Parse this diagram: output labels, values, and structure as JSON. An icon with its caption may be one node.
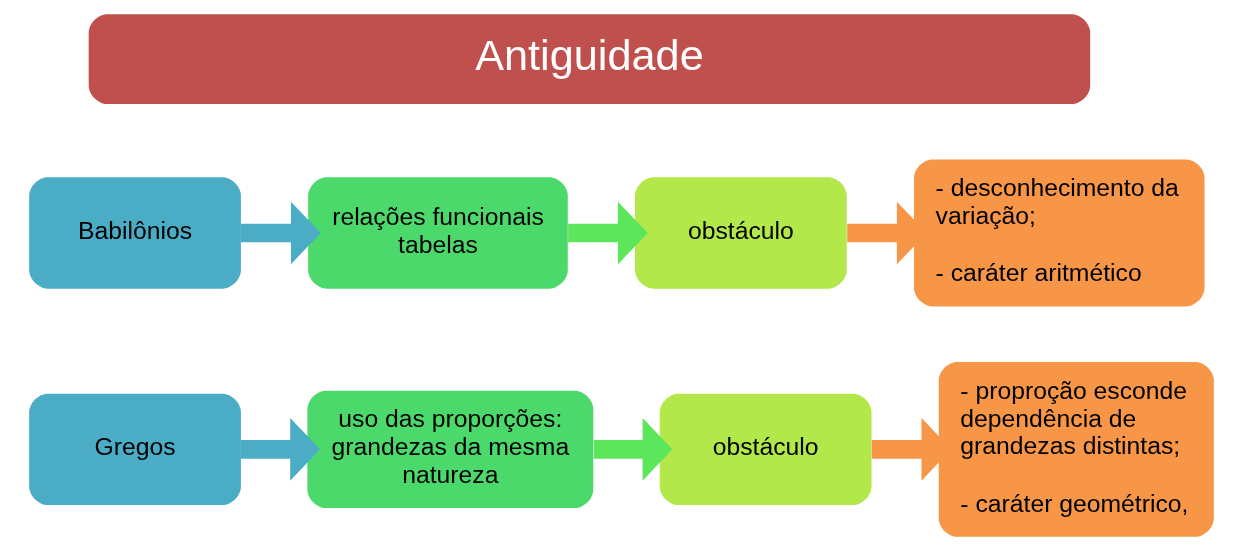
{
  "diagram": {
    "nodes": [
      {
        "text": [
          "Antiguidade"
        ]
      },
      {
        "text": [
          "Babilônios"
        ]
      },
      {
        "text": [
          "relações funcionais tabelas"
        ]
      },
      {
        "text": [
          "obstáculo"
        ]
      },
      {
        "text": [
          "- desconhecimento da variação;",
          "- caráter aritmético"
        ]
      },
      {
        "text": [
          "Gregos"
        ]
      },
      {
        "text": [
          "uso das proporções: grandezas da mesma natureza"
        ]
      },
      {
        "text": [
          "obstáculo"
        ]
      },
      {
        "text": [
          "- proproção esconde dependência de grandezas distintas;",
          "- caráter geométrico,"
        ]
      }
    ],
    "edges": [
      {
        "from": 1,
        "to": 2,
        "arrow": "to",
        "color": "#4bacc6"
      },
      {
        "from": 2,
        "to": 3,
        "arrow": "to",
        "color": "#5ce65c"
      },
      {
        "from": 3,
        "to": 4,
        "arrow": "to",
        "color": "#f79646"
      },
      {
        "from": 5,
        "to": 6,
        "arrow": "to",
        "color": "#4bacc6"
      },
      {
        "from": 6,
        "to": 7,
        "arrow": "to",
        "color": "#5ce65c"
      },
      {
        "from": 7,
        "to": 8,
        "arrow": "to",
        "color": "#f79646"
      }
    ]
  }
}
